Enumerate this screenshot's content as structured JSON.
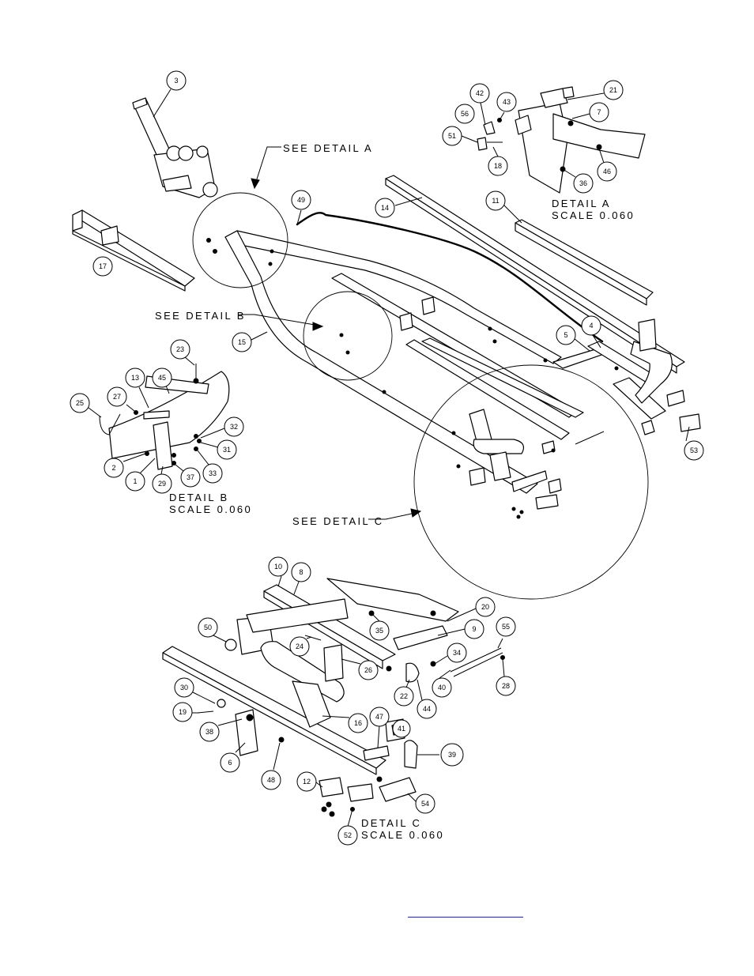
{
  "document": {
    "callouts": [
      "1",
      "2",
      "3",
      "4",
      "5",
      "6",
      "7",
      "8",
      "9",
      "10",
      "11",
      "12",
      "13",
      "14",
      "15",
      "16",
      "17",
      "18",
      "19",
      "20",
      "21",
      "22",
      "23",
      "24",
      "25",
      "26",
      "27",
      "28",
      "29",
      "30",
      "31",
      "32",
      "33",
      "34",
      "35",
      "36",
      "37",
      "38",
      "39",
      "40",
      "41",
      "42",
      "43",
      "44",
      "45",
      "46",
      "47",
      "48",
      "49",
      "50",
      "51",
      "52",
      "53",
      "54",
      "55",
      "56"
    ],
    "captions": {
      "see_detail_a": "SEE DETAIL  A",
      "see_detail_b": "SEE DETAIL  B",
      "see_detail_c": "SEE DETAIL  C",
      "detail_a": "DETAIL  A",
      "detail_b": "DETAIL  B",
      "detail_c": "DETAIL  C",
      "scale_a": "SCALE  0.060",
      "scale_b": "SCALE  0.060",
      "scale_c": "SCALE  0.060"
    },
    "footer_link": ""
  }
}
